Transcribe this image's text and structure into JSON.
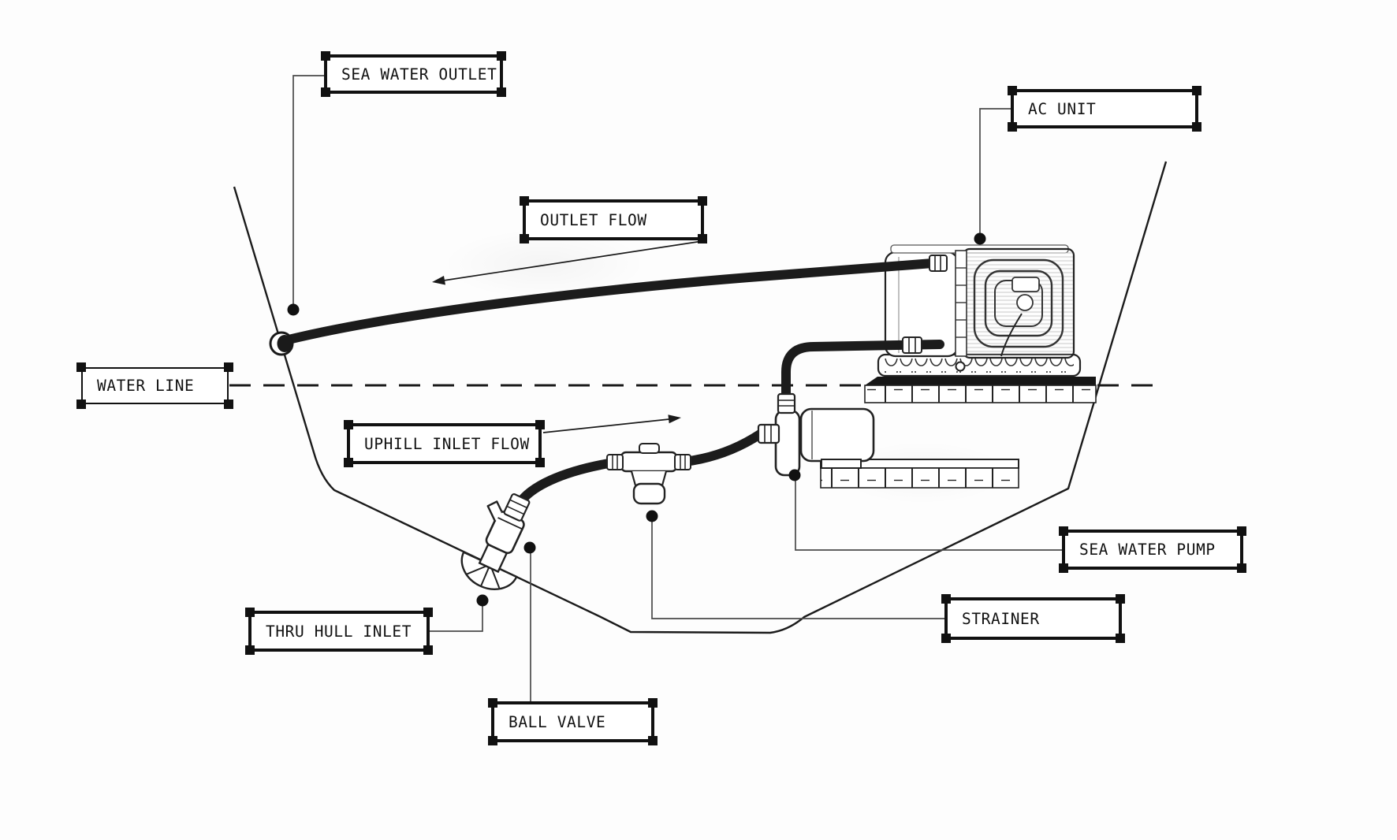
{
  "diagram": {
    "labels": [
      {
        "id": "sea-water-outlet",
        "text": "SEA WATER OUTLET"
      },
      {
        "id": "ac-unit",
        "text": "AC UNIT"
      },
      {
        "id": "outlet-flow",
        "text": "OUTLET FLOW"
      },
      {
        "id": "water-line",
        "text": "WATER LINE"
      },
      {
        "id": "uphill-inlet-flow",
        "text": "UPHILL INLET FLOW"
      },
      {
        "id": "sea-water-pump",
        "text": "SEA WATER PUMP"
      },
      {
        "id": "strainer",
        "text": "STRAINER"
      },
      {
        "id": "thru-hull-inlet",
        "text": "THRU HULL INLET"
      },
      {
        "id": "ball-valve",
        "text": "BALL VALVE"
      }
    ],
    "icons": [
      "boat-hull-outline",
      "water-line-dashes",
      "ac-unit-drawing",
      "sea-water-pump-drawing",
      "strainer-drawing",
      "ball-valve-drawing",
      "thru-hull-scoop-drawing",
      "outlet-thru-hull-fitting",
      "hose-outlet",
      "hose-inlet",
      "flow-arrow-left",
      "flow-arrow-right",
      "leader-dot"
    ]
  },
  "colors": {
    "background": "#fdfdfd",
    "line": "#1a1a1a",
    "hose": "#1c1c1c",
    "leader": "#4a4a4a",
    "label_border": "#111111",
    "label_text": "#111111",
    "hatch": "#c9c9c9"
  }
}
